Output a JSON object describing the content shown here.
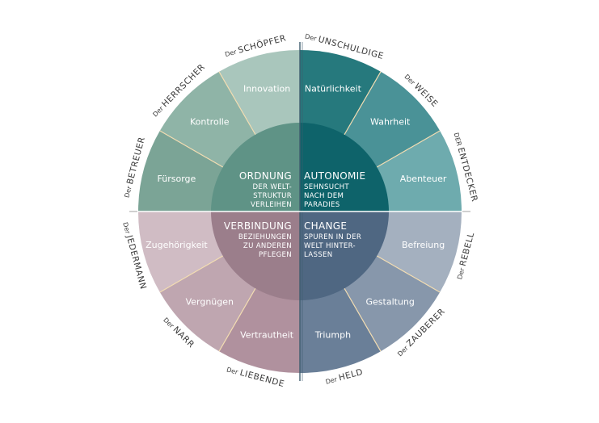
{
  "quadrants": [
    {
      "title": "ORDNUNG",
      "subtitle": [
        "DER WELT-",
        "STRUKTUR",
        "VERLEIHEN"
      ],
      "center_color": "#5f9386",
      "segments": [
        {
          "label": "Fürsorge",
          "color": "#7ba496",
          "archetype_prefix": "Der",
          "archetype": "BETREUER"
        },
        {
          "label": "Kontrolle",
          "color": "#8fb4a7",
          "archetype_prefix": "Der",
          "archetype": "HERRSCHER"
        },
        {
          "label": "Innovation",
          "color": "#a9c6bc",
          "archetype_prefix": "Der",
          "archetype": "SCHÖPFER"
        }
      ]
    },
    {
      "title": "AUTONOMIE",
      "subtitle": [
        "SEHNSUCHT",
        "NACH DEM",
        "PARADIES"
      ],
      "center_color": "#0e636a",
      "segments": [
        {
          "label": "Natürlichkeit",
          "color": "#26797d",
          "archetype_prefix": "Der",
          "archetype": "UNSCHULDIGE"
        },
        {
          "label": "Wahrheit",
          "color": "#4a9297",
          "archetype_prefix": "Der",
          "archetype": "WEISE"
        },
        {
          "label": "Abenteuer",
          "color": "#6eabae",
          "archetype_prefix": "DER",
          "archetype": "ENTDECKER"
        }
      ]
    },
    {
      "title": "CHANGE",
      "subtitle": [
        "SPUREN IN DER",
        "WELT HINTER-",
        "LASSEN"
      ],
      "center_color": "#4f6782",
      "segments": [
        {
          "label": "Befreiung",
          "color": "#a4b0bf",
          "archetype_prefix": "Der",
          "archetype": "REBELL"
        },
        {
          "label": "Gestaltung",
          "color": "#8797ab",
          "archetype_prefix": "Der",
          "archetype": "ZAUBERER"
        },
        {
          "label": "Triumph",
          "color": "#6a7f98",
          "archetype_prefix": "Der",
          "archetype": "HELD"
        }
      ]
    },
    {
      "title": "VERBINDUNG",
      "subtitle": [
        "BEZIEHUNGEN",
        "ZU ANDEREN",
        "PFLEGEN"
      ],
      "center_color": "#9b7e8b",
      "segments": [
        {
          "label": "Vertrautheit",
          "color": "#b0919e",
          "archetype_prefix": "Der",
          "archetype": "LIEBENDE"
        },
        {
          "label": "Vergnügen",
          "color": "#bfa6b0",
          "archetype_prefix": "Der",
          "archetype": "NARR"
        },
        {
          "label": "Zugehörigkeit",
          "color": "#d0bcc4",
          "archetype_prefix": "Der",
          "archetype": "JEDERMANN"
        }
      ]
    }
  ],
  "colors": {
    "separator": "#f3ddb2",
    "axis": "#3f5d6e",
    "text": "#3a3a3a"
  }
}
